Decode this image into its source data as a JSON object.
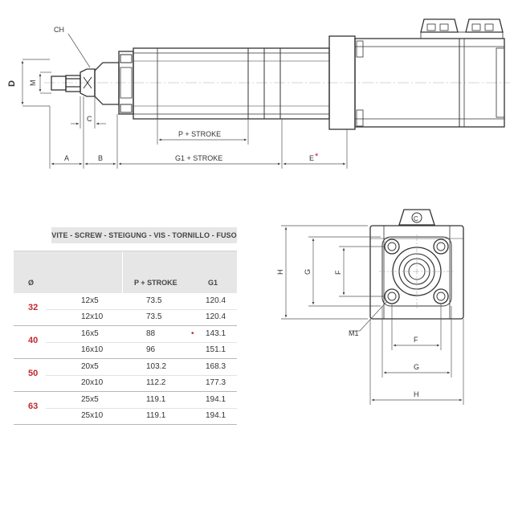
{
  "drawing_side": {
    "dim_CH": "CH",
    "dim_D": "D",
    "dim_M": "M",
    "dim_C": "C",
    "dim_P_stroke": "P + STROKE",
    "dim_A": "A",
    "dim_B": "B",
    "dim_G1_stroke": "G1 + STROKE",
    "dim_E": "E",
    "dim_E_marker": "*"
  },
  "drawing_front": {
    "dim_H_vertical": "H",
    "dim_G_vertical": "G",
    "dim_F_vertical": "F",
    "dim_M1": "M1",
    "dim_F_horizontal": "F",
    "dim_G_horizontal": "G",
    "dim_H_horizontal": "H",
    "dim_C_top": "C"
  },
  "table": {
    "caption": "VITE - SCREW - STEIGUNG - VIS - TORNILLO - FUSO",
    "headers": {
      "diameter": "Ø",
      "p_stroke": "P + STROKE",
      "g1": "G1"
    },
    "groups": [
      {
        "diameter": "32",
        "rows": [
          {
            "screw": "12x5",
            "p_stroke": "73.5",
            "g1": "120.4"
          },
          {
            "screw": "12x10",
            "p_stroke": "73.5",
            "g1": "120.4"
          }
        ]
      },
      {
        "diameter": "40",
        "rows": [
          {
            "screw": "16x5",
            "p_stroke": "88",
            "g1": "143.1",
            "marker": "•"
          },
          {
            "screw": "16x10",
            "p_stroke": "96",
            "g1": "151.1"
          }
        ]
      },
      {
        "diameter": "50",
        "rows": [
          {
            "screw": "20x5",
            "p_stroke": "103.2",
            "g1": "168.3"
          },
          {
            "screw": "20x10",
            "p_stroke": "112.2",
            "g1": "177.3"
          }
        ]
      },
      {
        "diameter": "63",
        "rows": [
          {
            "screw": "25x5",
            "p_stroke": "119.1",
            "g1": "194.1"
          },
          {
            "screw": "25x10",
            "p_stroke": "119.1",
            "g1": "194.1"
          }
        ]
      }
    ]
  },
  "colors": {
    "line": "#333333",
    "dim_line": "#555555",
    "accent": "#c0282d",
    "table_header_bg": "#e6e6e6"
  }
}
